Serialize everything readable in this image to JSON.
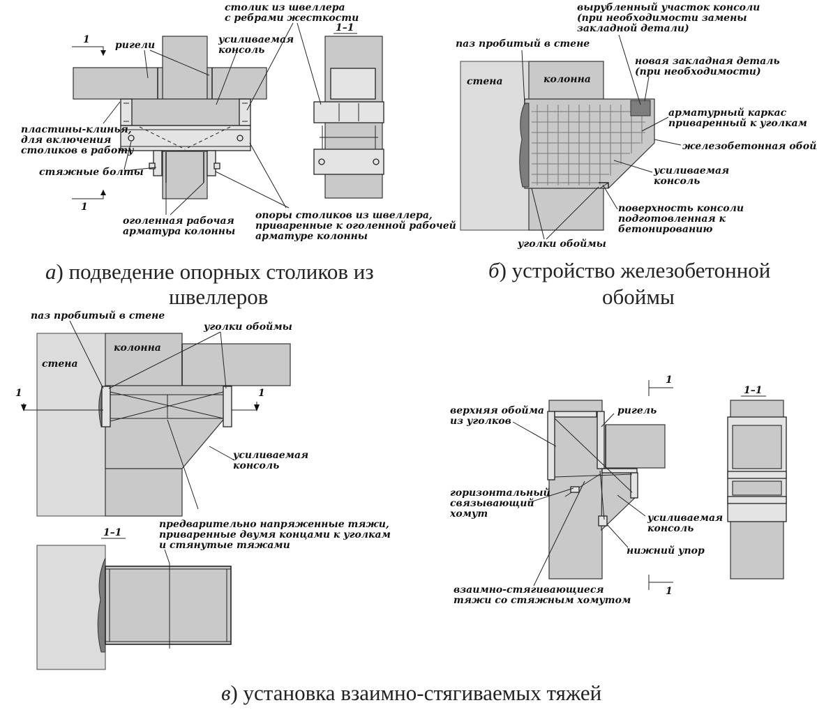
{
  "panels": {
    "a": {
      "labels": {
        "section_mark": "1",
        "section_view_title": "1–1",
        "rigeli": "ригели",
        "stolik_l1": "столик из швеллера",
        "stolik_l2": "с ребрами жесткости",
        "konsol_l1": "усиливаемая",
        "konsol_l2": "консоль",
        "plastiny_l1": "пластины-клинья,",
        "plastiny_l2": "для включения",
        "plastiny_l3": "столиков в работу",
        "bolty": "стяжные болты",
        "armatura_l1": "оголенная рабочая",
        "armatura_l2": "арматура колонны",
        "opory_l1": "опоры столиков из швеллера,",
        "opory_l2": "приваренные к оголенной рабочей",
        "opory_l3": "арматуре колонны"
      },
      "caption": {
        "letter": "а",
        "rest_line1": ") подведение опорных столиков из",
        "line2": "швеллеров"
      }
    },
    "b": {
      "labels": {
        "paz": "паз пробитый в стене",
        "stena": "стена",
        "kolonna": "колонна",
        "vyrub_l1": "вырубленный участок консоли",
        "vyrub_l2": "(при необходимости замены",
        "vyrub_l3": "закладной детали)",
        "zaklad_l1": "новая закладная деталь",
        "zaklad_l2": "(при необходимости)",
        "karkas_l1": "арматурный каркас",
        "karkas_l2": "приваренный  к уголкам",
        "oboima": "железобетонная обойма",
        "konsol_l1": "усиливаемая",
        "konsol_l2": "консоль",
        "poverh_l1": "поверхность консоли",
        "poverh_l2": "подготовленная к",
        "poverh_l3": "бетонированию",
        "ugolki": "уголки обоймы"
      },
      "caption": {
        "letter": "б",
        "rest_line1": ") устройство железобетонной",
        "line2": "обоймы"
      }
    },
    "v": {
      "labels": {
        "paz": "паз пробитый в стене",
        "ugolki": "уголки обоймы",
        "stena": "стена",
        "kolonna": "колонна",
        "mark": "1",
        "konsol_l1": "усиливаемая",
        "konsol_l2": "консоль",
        "section_title": "1–1",
        "tyazhi_l1": "предварительно напряженные тяжи,",
        "tyazhi_l2": "приваренные двумя концами к уголкам",
        "tyazhi_l3": "и стянутые тяжами"
      },
      "caption": {
        "letter": "в",
        "rest": ") установка взаимно-стягиваемых тяжей"
      }
    },
    "g": {
      "labels": {
        "mark": "1",
        "section_title": "1–1",
        "verh_l1": "верхняя обойма",
        "verh_l2": "из уголков",
        "rigel": "ригель",
        "homut_l1": "горизонтальный",
        "homut_l2": "связывающий",
        "homut_l3": "хомут",
        "konsol_l1": "усиливаемая",
        "konsol_l2": "консоль",
        "upor": "нижний упор",
        "tyazhi_l1": "взаимно-стягивающиеся",
        "tyazhi_l2": "тяжи со стяжным хомутом"
      }
    }
  }
}
